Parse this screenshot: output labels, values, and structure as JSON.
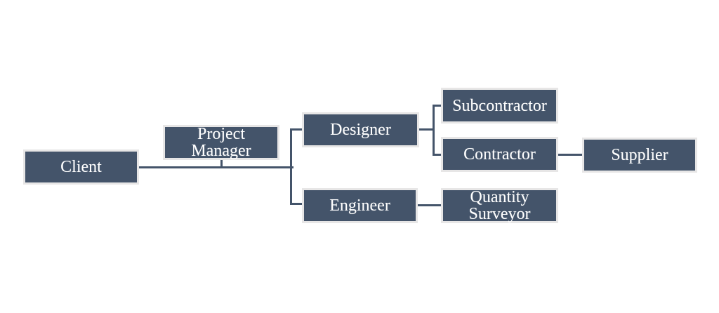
{
  "diagram": {
    "type": "org-chart",
    "title": "",
    "nodes": {
      "client": {
        "label": "Client"
      },
      "project_manager": {
        "label": "Project\nManager"
      },
      "designer": {
        "label": "Designer"
      },
      "engineer": {
        "label": "Engineer"
      },
      "subcontractor": {
        "label": "Subcontractor"
      },
      "contractor": {
        "label": "Contractor"
      },
      "supplier": {
        "label": "Supplier"
      },
      "quantity_surveyor": {
        "label": "Quantity\nSurveyor"
      }
    },
    "edges": [
      {
        "from": "client",
        "to": "project_manager"
      },
      {
        "from": "project_manager",
        "to": "designer"
      },
      {
        "from": "project_manager",
        "to": "engineer"
      },
      {
        "from": "designer",
        "to": "subcontractor"
      },
      {
        "from": "designer",
        "to": "contractor"
      },
      {
        "from": "contractor",
        "to": "supplier"
      },
      {
        "from": "engineer",
        "to": "quantity_surveyor"
      }
    ],
    "colors": {
      "node_fill": "#44546A",
      "node_border": "#E7E6E6",
      "connector": "#44546A",
      "text": "#FFFFFF",
      "background": "#FFFFFF"
    }
  }
}
